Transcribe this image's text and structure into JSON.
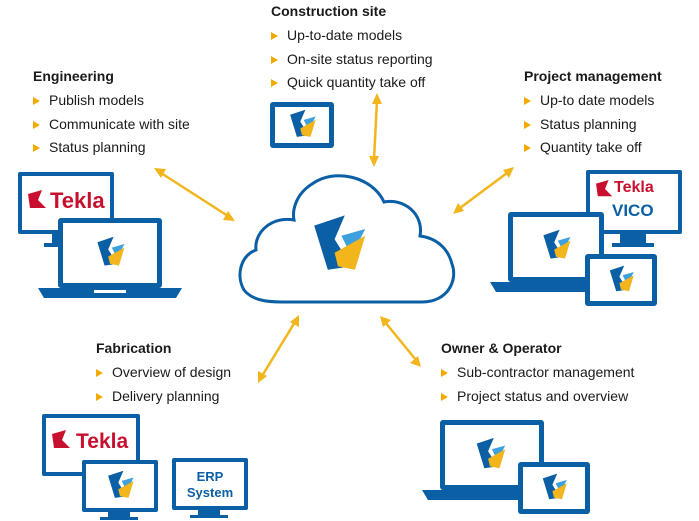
{
  "colors": {
    "accent_blue": "#0b5fa5",
    "accent_yellow": "#f2b51c",
    "tekla_red": "#c8102e",
    "device_frame": "#0b5fa5"
  },
  "cloud": {
    "icon": "trimble-connect-logo-icon"
  },
  "groups": {
    "construction": {
      "title": "Construction site",
      "items": [
        "Up-to-date models",
        "On-site status reporting",
        "Quick quantity take off"
      ]
    },
    "engineering": {
      "title": "Engineering",
      "items": [
        "Publish models",
        "Communicate with site",
        "Status planning"
      ]
    },
    "project": {
      "title": "Project management",
      "items": [
        "Up-to date models",
        "Status planning",
        "Quantity take off"
      ]
    },
    "fabrication": {
      "title": "Fabrication",
      "items": [
        "Overview of design",
        "Delivery planning"
      ]
    },
    "owner": {
      "title": "Owner & Operator",
      "items": [
        "Sub-contractor management",
        "Project status and overview"
      ]
    }
  },
  "brands": {
    "tekla": "Tekla",
    "vico": "VICO",
    "erp_line1": "ERP",
    "erp_line2": "System"
  }
}
